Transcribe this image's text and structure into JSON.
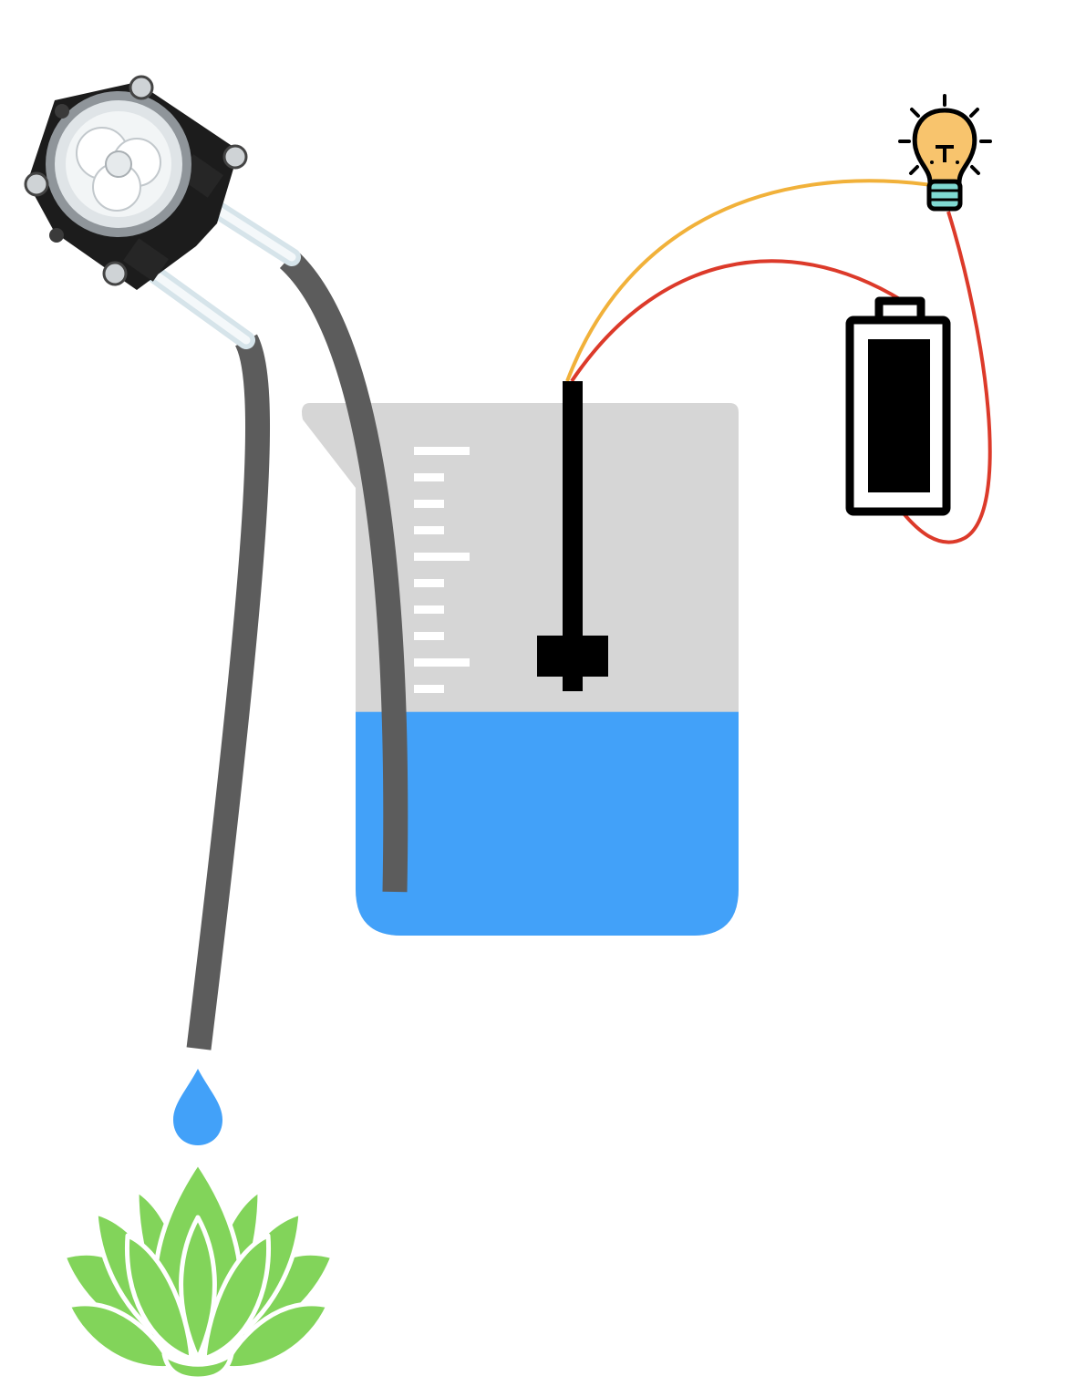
{
  "diagram": {
    "components": [
      {
        "id": "pump",
        "icon": "peristaltic-pump-icon"
      },
      {
        "id": "inlet-tube",
        "icon": "tube"
      },
      {
        "id": "outlet-tube",
        "icon": "tube"
      },
      {
        "id": "beaker",
        "icon": "beaker-icon"
      },
      {
        "id": "sensor",
        "icon": "probe-sensor-icon"
      },
      {
        "id": "bulb",
        "icon": "light-bulb-icon"
      },
      {
        "id": "battery",
        "icon": "battery-icon"
      },
      {
        "id": "droplet",
        "icon": "water-drop-icon"
      },
      {
        "id": "plant",
        "icon": "lotus-plant-icon"
      }
    ],
    "connections": [
      {
        "from": "beaker",
        "to": "pump",
        "via": "inlet-tube"
      },
      {
        "from": "pump",
        "to": "plant",
        "via": "outlet-tube"
      },
      {
        "from": "sensor",
        "to": "bulb",
        "via": "wire-orange"
      },
      {
        "from": "sensor",
        "to": "battery",
        "via": "wire-red"
      },
      {
        "from": "bulb",
        "to": "battery",
        "via": "wire-red"
      }
    ],
    "beaker_fill_fraction": 0.42,
    "colors": {
      "water": "#42a1f9",
      "beaker": "#d6d6d6",
      "tube": "#5c5c5c",
      "wire_orange": "#f1b13a",
      "wire_red": "#dc3a2a",
      "bulb": "#f8c46d",
      "bulb_base": "#7fd9d2",
      "plant": "#82d45a",
      "battery": "#000000",
      "sensor": "#000000"
    }
  }
}
